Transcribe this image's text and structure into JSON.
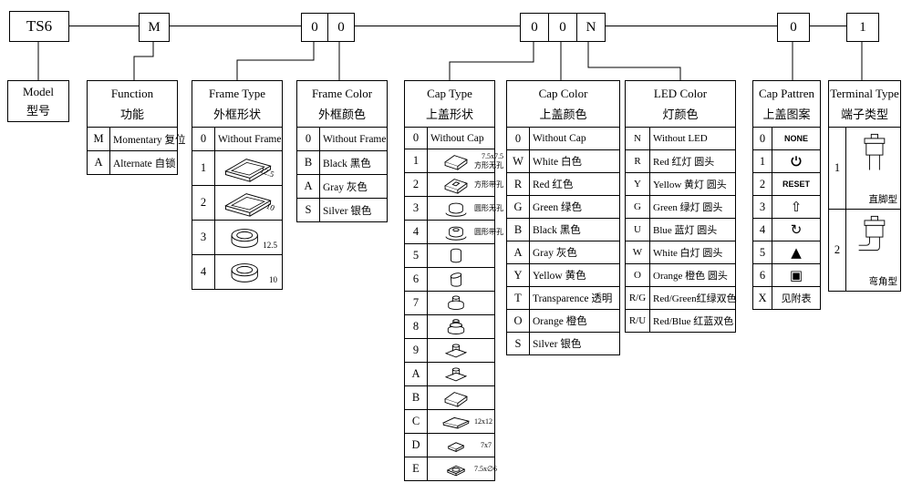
{
  "code_boxes": {
    "model": "TS6",
    "function": "M",
    "frame_type": "0",
    "frame_color": "0",
    "cap_type": "0",
    "cap_color": "0",
    "led_color": "N",
    "cap_pattern": "0",
    "terminal_type": "1"
  },
  "model_box": {
    "line1": "Model",
    "line2": "型号"
  },
  "tables": {
    "function": {
      "title_en": "Function",
      "title_zh": "功能",
      "rows": [
        {
          "code": "M",
          "label": "Momentary 复位"
        },
        {
          "code": "A",
          "label": "Alternate  自锁"
        }
      ]
    },
    "frame_type": {
      "title_en": "Frame Type",
      "title_zh": "外框形状",
      "rows": [
        {
          "code": "0",
          "label": "Without Frame"
        },
        {
          "code": "1",
          "dim": "12.5"
        },
        {
          "code": "2",
          "dim": "10"
        },
        {
          "code": "3",
          "dim": "12.5"
        },
        {
          "code": "4",
          "dim": "10"
        }
      ]
    },
    "frame_color": {
      "title_en": "Frame Color",
      "title_zh": "外框颜色",
      "rows": [
        {
          "code": "0",
          "label": "Without Frame"
        },
        {
          "code": "B",
          "label": "Black 黑色"
        },
        {
          "code": "A",
          "label": "Gray 灰色"
        },
        {
          "code": "S",
          "label": "Silver 银色"
        }
      ]
    },
    "cap_type": {
      "title_en": "Cap Type",
      "title_zh": "上盖形状",
      "rows": [
        {
          "code": "0",
          "label": "Without Cap"
        },
        {
          "code": "1",
          "note1": "7.5x7.5",
          "note2": "方形无孔"
        },
        {
          "code": "2",
          "note1": "",
          "note2": "方形带孔"
        },
        {
          "code": "3",
          "note1": "",
          "note2": "圆形无孔"
        },
        {
          "code": "4",
          "note1": "",
          "note2": "圆形带孔"
        },
        {
          "code": "5"
        },
        {
          "code": "6"
        },
        {
          "code": "7"
        },
        {
          "code": "8"
        },
        {
          "code": "9"
        },
        {
          "code": "A"
        },
        {
          "code": "B"
        },
        {
          "code": "C",
          "note1": "12x12",
          "note2": ""
        },
        {
          "code": "D",
          "note1": "7x7",
          "note2": ""
        },
        {
          "code": "E",
          "note1": "7.5x∅6",
          "note2": ""
        }
      ]
    },
    "cap_color": {
      "title_en": "Cap Color",
      "title_zh": "上盖颜色",
      "rows": [
        {
          "code": "0",
          "label": "Without Cap"
        },
        {
          "code": "W",
          "label": "White 白色"
        },
        {
          "code": "R",
          "label": "Red  红色"
        },
        {
          "code": "G",
          "label": "Green 绿色"
        },
        {
          "code": "B",
          "label": "Black 黑色"
        },
        {
          "code": "A",
          "label": "Gray  灰色"
        },
        {
          "code": "Y",
          "label": "Yellow 黄色"
        },
        {
          "code": "T",
          "label": "Transparence 透明"
        },
        {
          "code": "O",
          "label": "Orange 橙色"
        },
        {
          "code": "S",
          "label": "Silver 银色"
        }
      ]
    },
    "led_color": {
      "title_en": "LED Color",
      "title_zh": "灯颜色",
      "rows": [
        {
          "code": "N",
          "label": "Without LED"
        },
        {
          "code": "R",
          "label": "Red  红灯  圆头"
        },
        {
          "code": "Y",
          "label": "Yellow 黄灯  圆头"
        },
        {
          "code": "G",
          "label": "Green 绿灯  圆头"
        },
        {
          "code": "U",
          "label": "Blue 蓝灯  圆头"
        },
        {
          "code": "W",
          "label": "White 白灯  圆头"
        },
        {
          "code": "O",
          "label": "Orange 橙色 圆头"
        },
        {
          "code": "R/G",
          "label": "Red/Green红绿双色"
        },
        {
          "code": "R/U",
          "label": "Red/Blue 红蓝双色"
        }
      ]
    },
    "cap_pattern": {
      "title_en": "Cap Pattren",
      "title_zh": "上盖图案",
      "rows": [
        {
          "code": "0",
          "label": "NONE"
        },
        {
          "code": "1",
          "label": ""
        },
        {
          "code": "2",
          "label": "RESET"
        },
        {
          "code": "3",
          "label": "⇧"
        },
        {
          "code": "4",
          "label": "↻"
        },
        {
          "code": "5",
          "label": "▲"
        },
        {
          "code": "6",
          "label": "▣"
        },
        {
          "code": "X",
          "label": "见附表"
        }
      ]
    },
    "terminal_type": {
      "title_en": "Terminal Type",
      "title_zh": "端子类型",
      "rows": [
        {
          "code": "1",
          "label": "直脚型"
        },
        {
          "code": "2",
          "label": "弯角型"
        }
      ]
    }
  }
}
